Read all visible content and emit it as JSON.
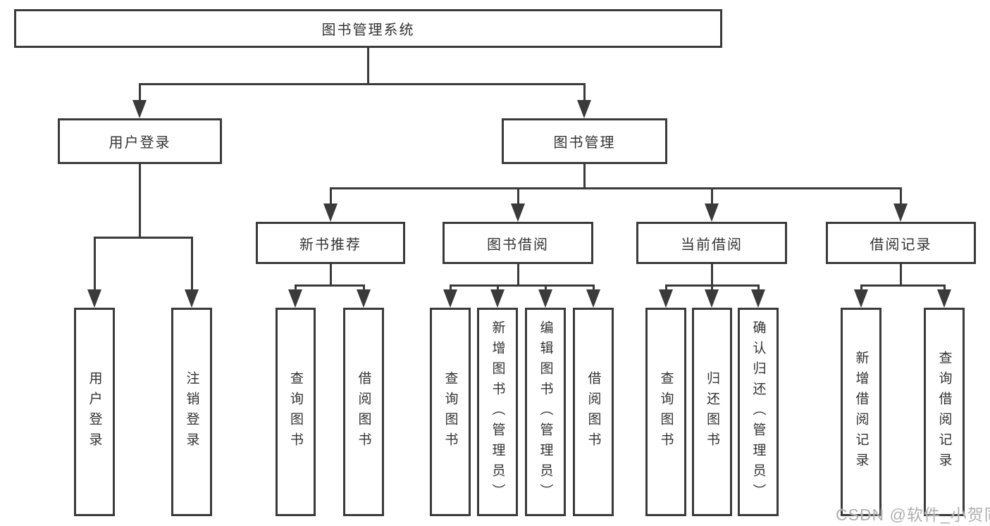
{
  "colors": {
    "line": "#3a3a3a",
    "text": "#333333",
    "watermark": "#b0b0b0",
    "background": "#ffffff"
  },
  "nodes": {
    "root": "图书管理系统",
    "user_login": "用户登录",
    "book_management": "图书管理",
    "new_book_recommend": "新书推荐",
    "book_borrowing": "图书借阅",
    "current_borrowing": "当前借阅",
    "borrowing_records": "借阅记录",
    "leaf_user_login": "用户登录",
    "leaf_logout": "注销登录",
    "leaf_rec_query_books": "查询图书",
    "leaf_rec_borrow_books": "借阅图书",
    "leaf_bor_query_books": "查询图书",
    "leaf_bor_add_books_admin": "新增图书（管理员）",
    "leaf_bor_edit_books_admin": "编辑图书（管理员）",
    "leaf_bor_borrow_books": "借阅图书",
    "leaf_cur_query_books": "查询图书",
    "leaf_cur_return_books": "归还图书",
    "leaf_cur_confirm_return_admin": "确认归还（管理员）",
    "leaf_records_add_record": "新增借阅记录",
    "leaf_records_query_record": "查询借阅记录"
  },
  "watermark": "CSDN @软件_小贺同学"
}
